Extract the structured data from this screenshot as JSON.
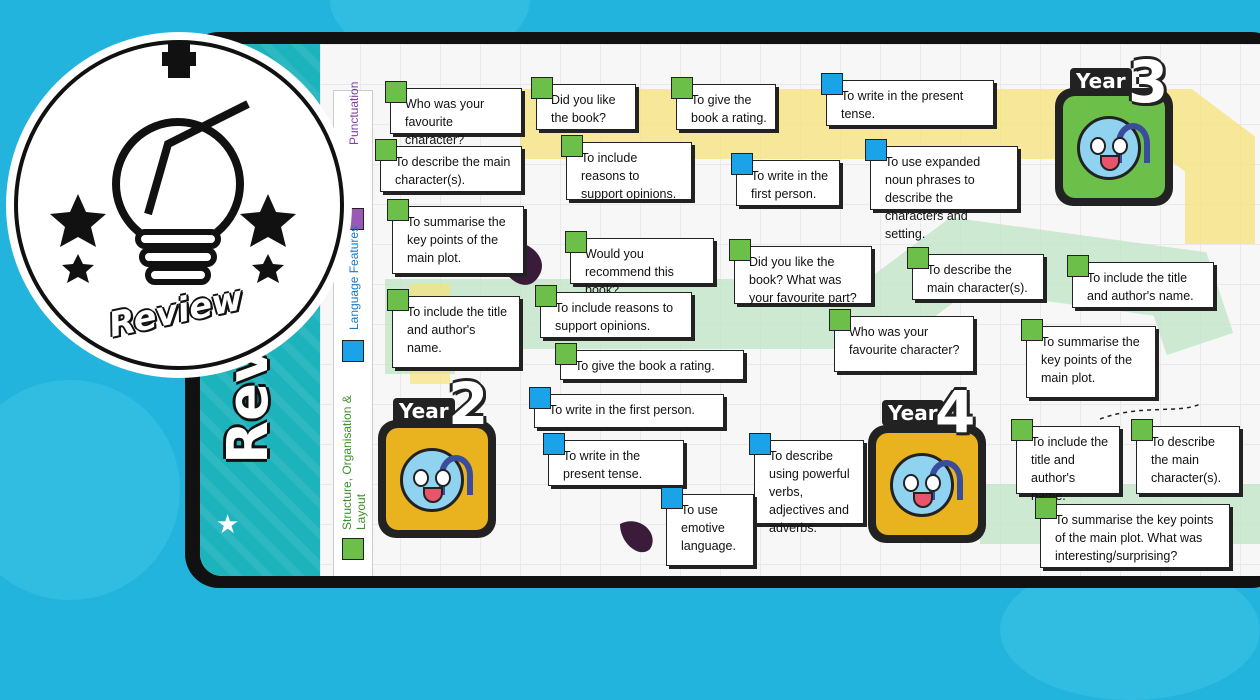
{
  "sidebar": {
    "title": "Revi"
  },
  "badge": {
    "review_label": "Review"
  },
  "legend": {
    "items": [
      {
        "label": "Punctuation",
        "color": "#9b59b6"
      },
      {
        "label": "Language Features",
        "color": "#1aa3e8"
      },
      {
        "label": "Structure, Organisation & Layout",
        "color": "#6cc04a"
      }
    ]
  },
  "years": [
    {
      "label": "Year",
      "num": "2",
      "color": "#e9b320"
    },
    {
      "label": "Year",
      "num": "3",
      "color": "#6cc04a"
    },
    {
      "label": "Year",
      "num": "4",
      "color": "#e9b320"
    }
  ],
  "cards": [
    {
      "text": "Who was your favourite character?",
      "cat": "g"
    },
    {
      "text": "Did you like the book?",
      "cat": "g"
    },
    {
      "text": "To give the book a rating.",
      "cat": "g"
    },
    {
      "text": "To write in the present tense.",
      "cat": "b"
    },
    {
      "text": "To describe the main character(s).",
      "cat": "g"
    },
    {
      "text": "To include reasons to support opinions.",
      "cat": "g"
    },
    {
      "text": "To write in the first person.",
      "cat": "b"
    },
    {
      "text": "To use expanded noun phrases to describe the characters and setting.",
      "cat": "b"
    },
    {
      "text": "To summarise the key points of the main plot.",
      "cat": "g"
    },
    {
      "text": "Would you recommend this book?",
      "cat": "g"
    },
    {
      "text": "Did you like the book? What was your favourite part?",
      "cat": "g"
    },
    {
      "text": "To describe the main character(s).",
      "cat": "g"
    },
    {
      "text": "To include the title and author's name.",
      "cat": "g"
    },
    {
      "text": "To include the title and author's name.",
      "cat": "g"
    },
    {
      "text": "To include reasons to support opinions.",
      "cat": "g"
    },
    {
      "text": "Who was your favourite character?",
      "cat": "g"
    },
    {
      "text": "To summarise the key points of the main plot.",
      "cat": "g"
    },
    {
      "text": "To give the book a rating.",
      "cat": "g"
    },
    {
      "text": "To write in the first person.",
      "cat": "b"
    },
    {
      "text": "To write in the present tense.",
      "cat": "b"
    },
    {
      "text": "To describe using powerful verbs, adjectives and adverbs.",
      "cat": "b"
    },
    {
      "text": "To use emotive language.",
      "cat": "b"
    },
    {
      "text": "To include the title and author's name.",
      "cat": "g"
    },
    {
      "text": "To describe the main character(s).",
      "cat": "g"
    },
    {
      "text": "To summarise the key points of the main plot. What was interesting/surprising?",
      "cat": "g"
    }
  ]
}
